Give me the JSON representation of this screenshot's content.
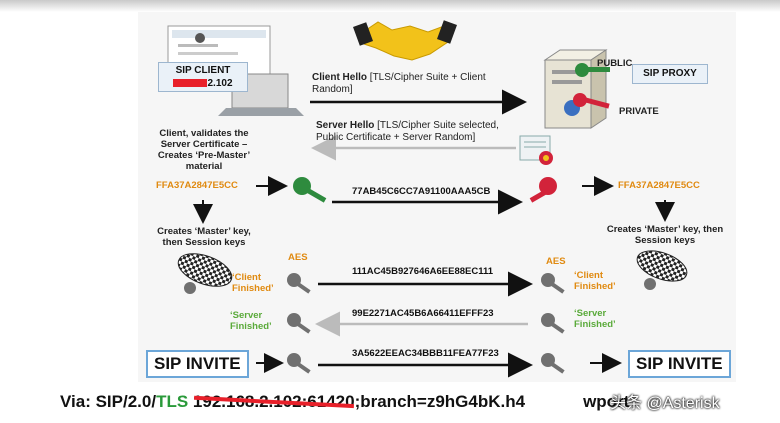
{
  "client": {
    "box_label": "SIP CLIENT",
    "ip_visible": "2.102",
    "validates_text": "Client, validates the Server Certificate – Creates ‘Pre-Master’ material",
    "key_hex": "FFA37A2847E5CC",
    "creates_master": "Creates ‘Master’ key, then Session keys",
    "finished_label": "‘Client Finished’",
    "server_finished_label": "‘Server Finished’"
  },
  "server": {
    "box_label": "SIP PROXY",
    "public_label": "PUBLIC",
    "private_label": "PRIVATE",
    "key_hex": "FFA37A2847E5CC",
    "creates_master": "Creates ‘Master’ key, then Session keys",
    "finished_label": "‘Client Finished’",
    "server_finished_label": "‘Server Finished’"
  },
  "messages": {
    "client_hello_bold": "Client Hello",
    "client_hello_rest": " [TLS/Cipher Suite + Client Random]",
    "server_hello_bold": "Server Hello",
    "server_hello_rest": " [TLS/Cipher Suite selected, Public Certificate + Server Random]",
    "premaster_hex": "77AB45C6CC7A91100AAA5CB",
    "client_finished_hex": "111AC45B927646A6EE88EC111",
    "server_finished_hex": "99E2271AC45B6A66411EFFF23",
    "invite_hex": "3A5622EEAC34BBB11FEA77F23"
  },
  "aes_label": "AES",
  "sip_invite_label": "SIP INVITE",
  "via": {
    "prefix": "Via: SIP/2.0/",
    "transport": "TLS",
    "redacted_part": " 192.168.2.102:61420",
    "suffix": ";branch=z9hG4bK.h4",
    "tail": "wport"
  },
  "watermark": "头条 @Asterisk",
  "colors": {
    "arrow_dark": "#111111",
    "arrow_light": "#bbbbbb",
    "key_green": "#2e8b3e",
    "key_red": "#d2233a",
    "key_grey": "#707070",
    "orange": "#e08a10",
    "tls_green": "#2a9a3a",
    "redaction": "#e8202a"
  },
  "icons": [
    "handshake-icon",
    "laptop-icon",
    "server-icon",
    "certificate-icon",
    "key-icon",
    "checkered-key-icon"
  ]
}
